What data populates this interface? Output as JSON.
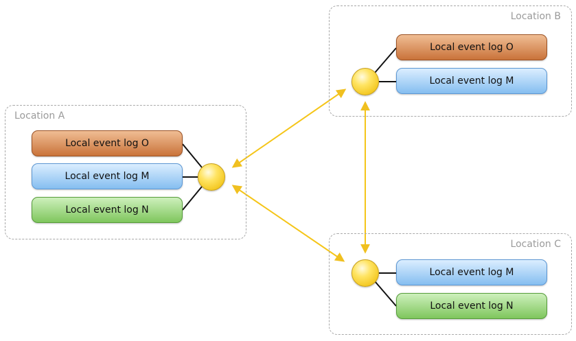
{
  "locations": {
    "a": {
      "label": "Location A",
      "logs": [
        "Local event log O",
        "Local event log M",
        "Local event log N"
      ]
    },
    "b": {
      "label": "Location B",
      "logs": [
        "Local event log O",
        "Local event log M"
      ]
    },
    "c": {
      "label": "Location C",
      "logs": [
        "Local event log M",
        "Local event log N"
      ]
    }
  },
  "colors": {
    "arrow": "#f5c518",
    "log_O": "#d8844a",
    "log_M": "#9fcdf5",
    "log_N": "#95d472",
    "node": "#ffdd44"
  }
}
